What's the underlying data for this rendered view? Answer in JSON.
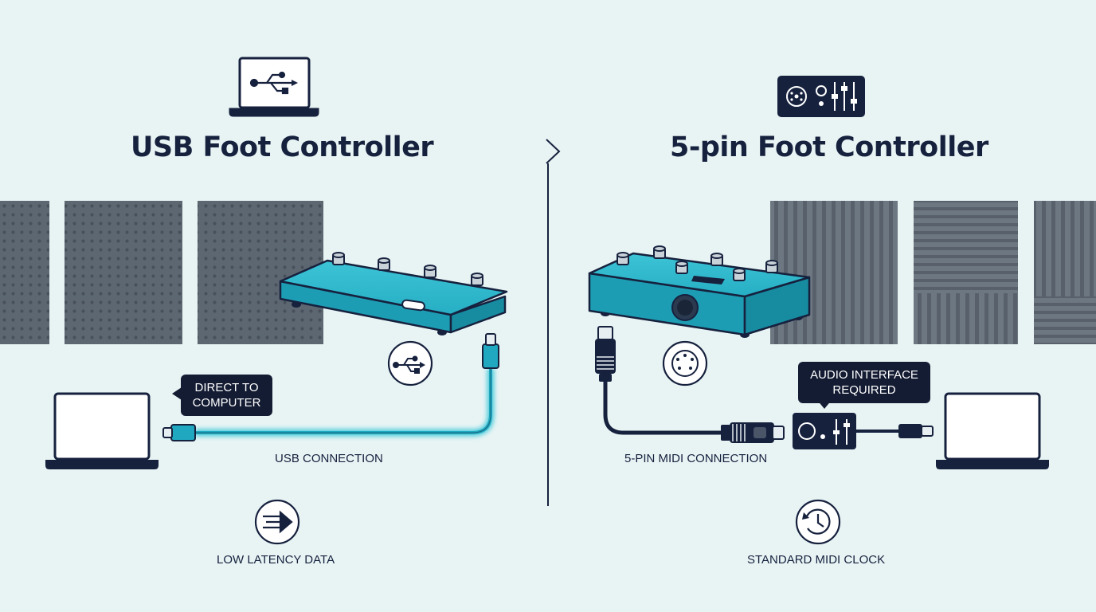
{
  "left": {
    "title": "USB Foot Controller",
    "bubble": [
      "DIRECT TO",
      "COMPUTER"
    ],
    "connection_label": "USB CONNECTION",
    "feature_label": "LOW LATENCY DATA",
    "icons": [
      "laptop-usb-icon",
      "usb-port-icon",
      "fast-forward-icon"
    ]
  },
  "right": {
    "title": "5-pin Foot Controller",
    "bubble": [
      "AUDIO INTERFACE",
      "REQUIRED"
    ],
    "connection_label": "5-PIN MIDI CONNECTION",
    "feature_label": "STANDARD MIDI CLOCK",
    "icons": [
      "audio-interface-icon",
      "din-port-icon",
      "clock-icon"
    ]
  },
  "colors": {
    "background": "#e8f4f4",
    "navy": "#16213e",
    "device_teal": "#1fa8bf",
    "usb_cable_glow": "#36c6d8",
    "panel_gray": "#5b6570"
  }
}
